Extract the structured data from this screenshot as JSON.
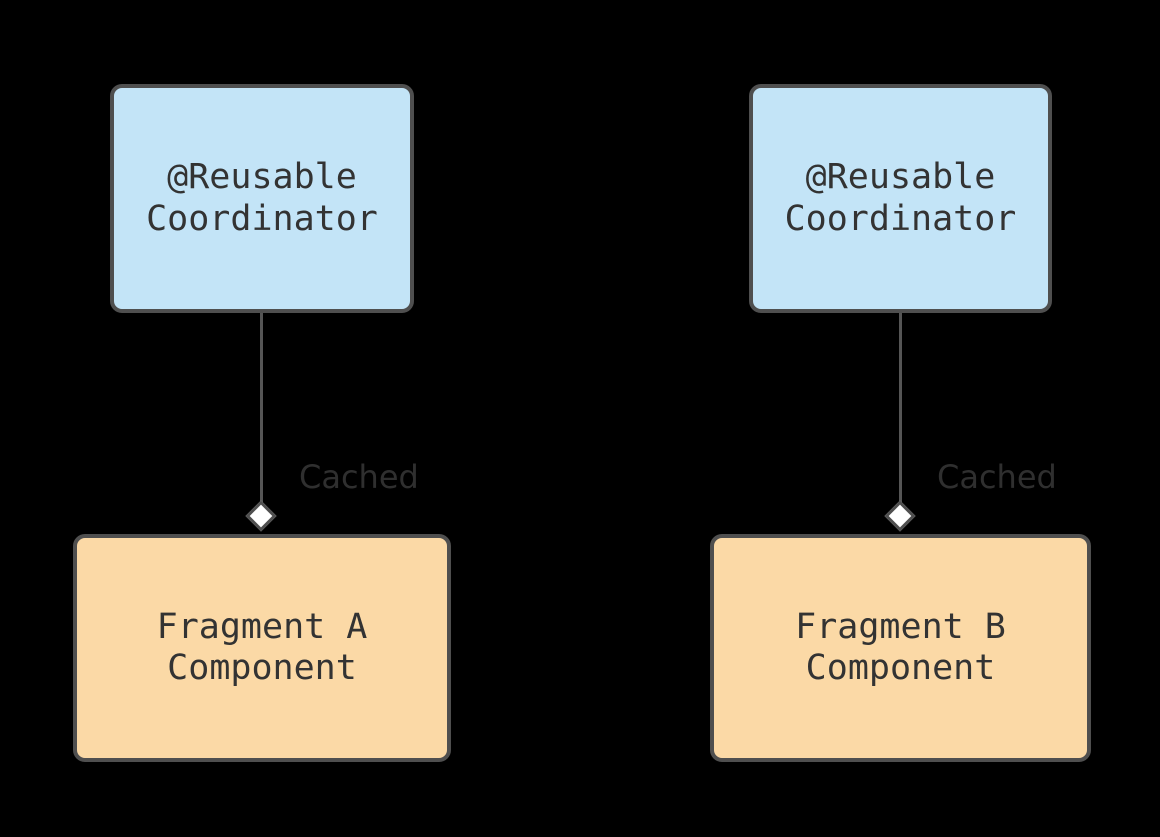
{
  "diagram": {
    "background_color": "#000000",
    "node_border_color": "#4f4f4f",
    "coordinator_fill": "#c3e4f7",
    "component_fill": "#fbd9a6",
    "edge_color": "#555555",
    "diamond_fill": "#ffffff",
    "label_text_color": "#333333",
    "nodes": [
      {
        "id": "coordinator-a",
        "label": "@Reusable\nCoordinator",
        "type": "coordinator"
      },
      {
        "id": "coordinator-b",
        "label": "@Reusable\nCoordinator",
        "type": "coordinator"
      },
      {
        "id": "component-a",
        "label": "Fragment A\nComponent",
        "type": "component"
      },
      {
        "id": "component-b",
        "label": "Fragment B\nComponent",
        "type": "component"
      }
    ],
    "edges": [
      {
        "id": "edge-a",
        "from": "coordinator-a",
        "to": "component-a",
        "label": "Cached",
        "marker": "aggregation-diamond"
      },
      {
        "id": "edge-b",
        "from": "coordinator-b",
        "to": "component-b",
        "label": "Cached",
        "marker": "aggregation-diamond"
      }
    ]
  }
}
